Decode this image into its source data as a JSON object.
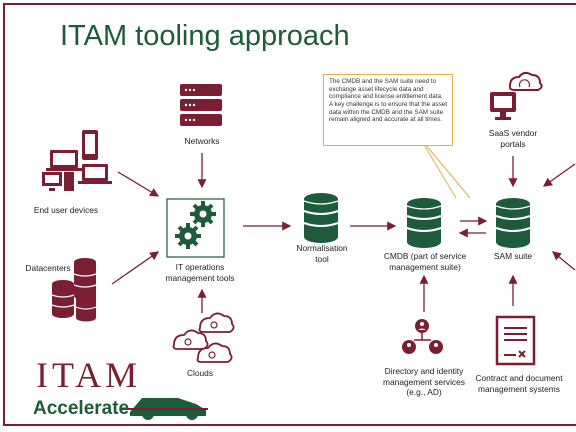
{
  "title": "ITAM tooling approach",
  "callout": "The CMDB and the SAM suite need to exchange asset lifecycle data and compliance and license entitlement data. A key challenge is to ensure that the asset data within the CMDB and the SAM suite remain aligned and accurate at all times.",
  "nodes": {
    "networks": "Networks",
    "end_user_devices": "End user devices",
    "datacenters": "Datacenters",
    "it_ops_tools": "IT operations\nmanagement tools",
    "clouds": "Clouds",
    "normalisation": "Normalisation\ntool",
    "cmdb": "CMDB (part of service\nmanagement suite)",
    "sam_suite": "SAM suite",
    "saas": "SaaS vendor\nportals",
    "directory": "Directory and identity\nmanagement services\n(e.g., AD)",
    "contract": "Contract and document\nmanagement systems"
  },
  "logo": {
    "top": "ITAM",
    "bottom": "Accelerate"
  },
  "colors": {
    "maroon": "#7a1f33",
    "green": "#1e5b3a",
    "callout_border": "#e0b04a"
  }
}
